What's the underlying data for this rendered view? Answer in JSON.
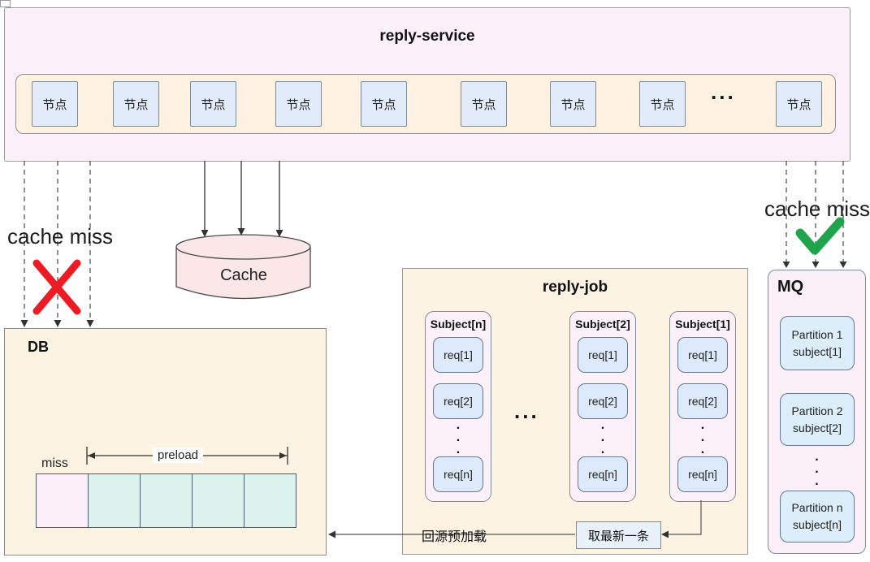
{
  "service": {
    "title": "reply-service",
    "nodes": [
      "节点",
      "节点",
      "节点",
      "节点",
      "节点",
      "节点",
      "节点",
      "节点",
      "节点"
    ],
    "ellipsis": "..."
  },
  "flows": {
    "left_cache_miss": "cache miss",
    "right_cache_miss": "cache miss"
  },
  "cache": {
    "label": "Cache"
  },
  "db": {
    "title": "DB",
    "miss_label": "miss",
    "preload_label": "preload"
  },
  "job": {
    "title": "reply-job",
    "ellipsis": "...",
    "subjects": [
      {
        "header": "Subject[n]",
        "reqs": [
          "req[1]",
          "req[2]",
          "req[n]"
        ]
      },
      {
        "header": "Subject[2]",
        "reqs": [
          "req[1]",
          "req[2]",
          "req[n]"
        ]
      },
      {
        "header": "Subject[1]",
        "reqs": [
          "req[1]",
          "req[2]",
          "req[n]"
        ]
      }
    ],
    "take_latest_label": "取最新一条",
    "back_to_source_label": "回源预加载"
  },
  "mq": {
    "title": "MQ",
    "partitions": [
      {
        "line1": "Partition 1",
        "line2": "subject[1]"
      },
      {
        "line1": "Partition 2",
        "line2": "subject[2]"
      },
      {
        "line1": "Partition n",
        "line2": "subject[n]"
      }
    ]
  },
  "glyphs": {
    "dot": "."
  },
  "colors": {
    "service_bg": "#fcf0fa",
    "node_strip_bg": "#fdf2e1",
    "node_bg": "#e1ebfa",
    "cream_bg": "#fdf3e3",
    "cache_cylinder": "#fbe6e8",
    "subject_bg": "#fdf1f9",
    "req_bg": "#ddeafb",
    "mq_bg": "#fbeff8",
    "partition_bg": "#ddeefb",
    "preload_cell_teal": "#dcf2ed",
    "miss_cell_pink": "#fdeffa",
    "cross_red": "#ed1c24",
    "check_green": "#1fa44d"
  }
}
